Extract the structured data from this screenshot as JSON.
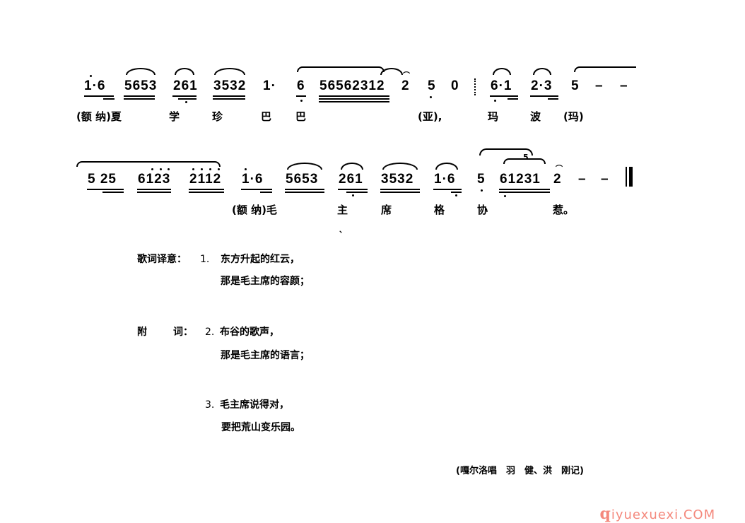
{
  "score": {
    "row1": {
      "notes": [
        {
          "text": "i·6",
          "display": "1·6"
        },
        {
          "text": "5653"
        },
        {
          "text": "261"
        },
        {
          "text": "3532"
        },
        {
          "text": "1·"
        },
        {
          "text": "6"
        },
        {
          "text": "56562312"
        },
        {
          "text": "2"
        },
        {
          "text": "5"
        },
        {
          "text": "0"
        },
        {
          "text": "6·1"
        },
        {
          "text": "2·3"
        },
        {
          "text": "5"
        },
        {
          "text": "–"
        },
        {
          "text": "–"
        }
      ],
      "lyrics": [
        {
          "text": "(额 纳)夏"
        },
        {
          "text": "学"
        },
        {
          "text": "珍"
        },
        {
          "text": "巴"
        },
        {
          "text": "巴"
        },
        {
          "text": "(亚),"
        },
        {
          "text": "玛"
        },
        {
          "text": "波"
        },
        {
          "text": "(玛)"
        }
      ]
    },
    "row2": {
      "notes": [
        {
          "text": "5 25"
        },
        {
          "text": "6123"
        },
        {
          "text": "2112"
        },
        {
          "text": "1·6"
        },
        {
          "text": "5653"
        },
        {
          "text": "261"
        },
        {
          "text": "3532"
        },
        {
          "text": "1·6"
        },
        {
          "text": "5"
        },
        {
          "text": "61231"
        },
        {
          "text": "2"
        },
        {
          "text": "–"
        },
        {
          "text": "–"
        }
      ],
      "tuplet": "5",
      "lyrics": [
        {
          "text": "(额 纳)毛"
        },
        {
          "text": "主"
        },
        {
          "text": "席"
        },
        {
          "text": "格"
        },
        {
          "text": "协"
        },
        {
          "text": "惹。"
        }
      ],
      "stray_mark": "、"
    }
  },
  "translation": {
    "label": "歌词译意：",
    "verse1_num": "1.",
    "verse1_line1": "东方升起的红云，",
    "verse1_line2": "那是毛主席的容颜；"
  },
  "extra_lyrics": {
    "label_a": "附",
    "label_b": "词：",
    "verse2_num": "2.",
    "verse2_line1": "布谷的歌声，",
    "verse2_line2": "那是毛主席的语言；",
    "verse3_num": "3.",
    "verse3_line1": "毛主席说得对，",
    "verse3_line2": "要把荒山变乐园。"
  },
  "credit": "(嘎尔洛唱　羽　健、洪　刚记)",
  "watermark": {
    "q": "q",
    "rest": "iyuexuexi.COM",
    "color": "#f4887c"
  }
}
